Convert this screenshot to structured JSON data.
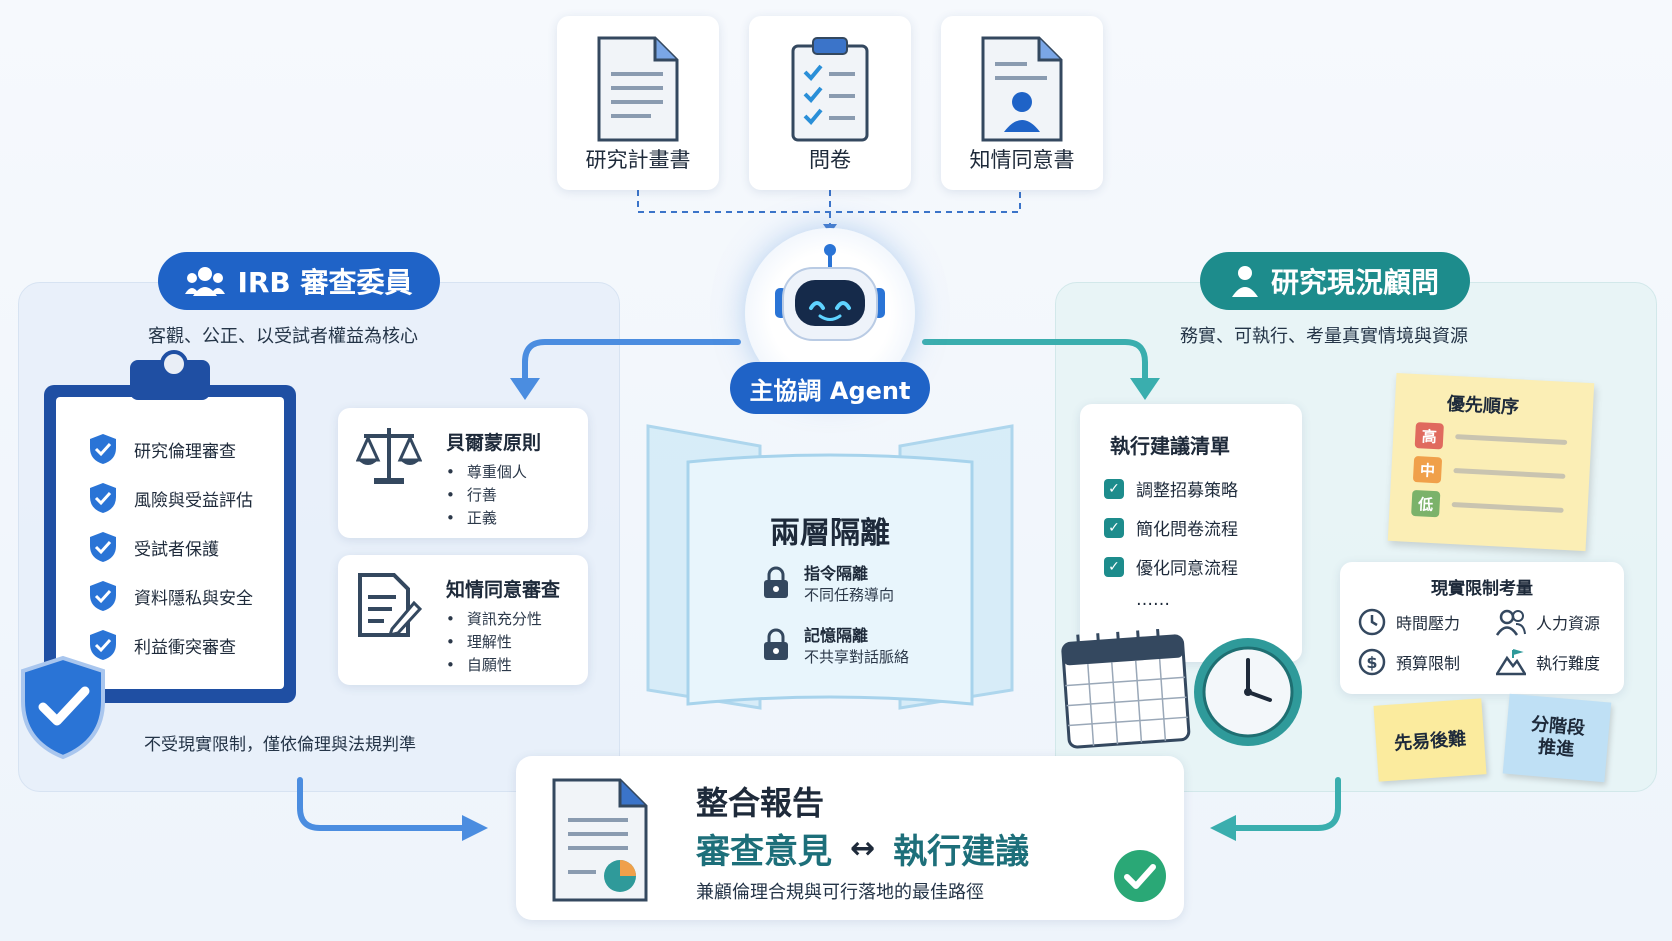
{
  "documents": [
    {
      "label": "研究計畫書",
      "icon": "document-icon"
    },
    {
      "label": "問卷",
      "icon": "clipboard-check-icon"
    },
    {
      "label": "知情同意書",
      "icon": "person-document-icon"
    }
  ],
  "agent": {
    "label": "主協調 Agent",
    "icon": "robot-icon"
  },
  "left": {
    "title": "IRB 審查委員",
    "subtitle": "客觀、公正、以受試者權益為核心",
    "checklist": [
      "研究倫理審查",
      "風險與受益評估",
      "受試者保護",
      "資料隱私與安全",
      "利益衝突審查"
    ],
    "principles": {
      "title": "貝爾蒙原則",
      "items": [
        "尊重個人",
        "行善",
        "正義"
      ]
    },
    "consent_review": {
      "title": "知情同意審查",
      "items": [
        "資訊充分性",
        "理解性",
        "自願性"
      ]
    },
    "footer": "不受現實限制，僅依倫理與法規判準"
  },
  "isolation": {
    "title": "兩層隔離",
    "items": [
      {
        "title": "指令隔離",
        "desc": "不同任務導向"
      },
      {
        "title": "記憶隔離",
        "desc": "不共享對話脈絡"
      }
    ]
  },
  "right": {
    "title": "研究現況顧問",
    "subtitle": "務實、可執行、考量真實情境與資源",
    "action_list": {
      "title": "執行建議清單",
      "items": [
        "調整招募策略",
        "簡化問卷流程",
        "優化同意流程"
      ],
      "more": "……"
    },
    "priority": {
      "title": "優先順序",
      "levels": [
        "高",
        "中",
        "低"
      ]
    },
    "constraints": {
      "title": "現實限制考量",
      "items": [
        {
          "label": "時間壓力",
          "icon": "clock-icon"
        },
        {
          "label": "人力資源",
          "icon": "people-icon"
        },
        {
          "label": "預算限制",
          "icon": "dollar-icon"
        },
        {
          "label": "執行難度",
          "icon": "mountain-icon"
        }
      ]
    },
    "stickies": [
      "先易後難",
      "分階段\n推進"
    ]
  },
  "report": {
    "title": "整合報告",
    "line1_left": "審查意見",
    "arrow": "↔",
    "line1_right": "執行建議",
    "desc": "兼顧倫理合規與可行落地的最佳路徑"
  },
  "colors": {
    "blue": "#1f63c7",
    "teal": "#1d8c8c",
    "green": "#2aa876"
  }
}
